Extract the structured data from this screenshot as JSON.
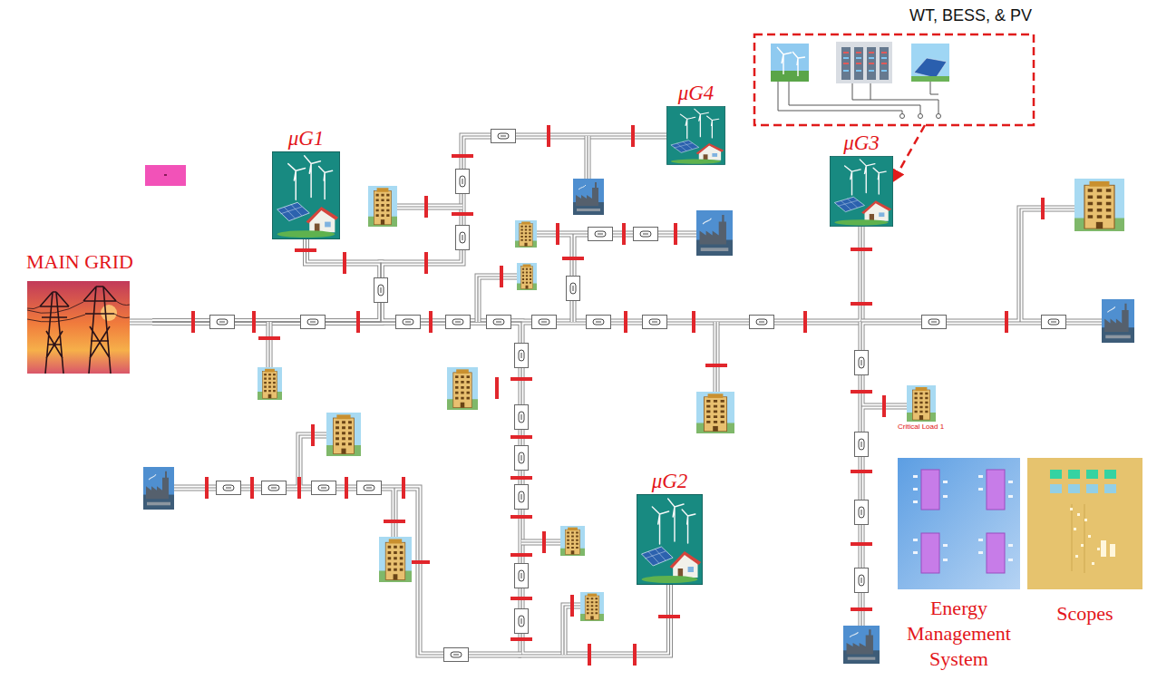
{
  "diagram": {
    "nodes": [
      {
        "text": [
          "MAIN GRID"
        ]
      },
      {
        "text": [
          "μG1"
        ]
      },
      {
        "text": [
          "μG4"
        ]
      },
      {
        "text": [
          "μG3"
        ]
      },
      {
        "text": [
          "WT, BESS, & PV"
        ]
      },
      {
        "text": [
          "μG2"
        ]
      },
      {
        "text": [
          "Energy Management System"
        ]
      },
      {
        "text": [
          "Scopes"
        ]
      }
    ],
    "edges": [
      {
        "from": 0,
        "to": 1,
        "arrow": "none"
      },
      {
        "from": 0,
        "to": 2,
        "arrow": "none"
      },
      {
        "from": 0,
        "to": 3,
        "arrow": "none"
      },
      {
        "from": 0,
        "to": 5,
        "arrow": "none"
      },
      {
        "from": 4,
        "to": 3,
        "arrow": "to"
      }
    ],
    "labels": [
      "Critical Load 1"
    ]
  }
}
